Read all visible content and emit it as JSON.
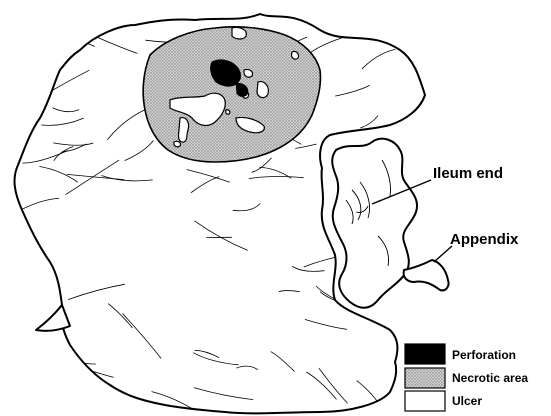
{
  "colors": {
    "perforation": "#000000",
    "necrotic": "#bdbdbd",
    "ulcer": "#ffffff",
    "outline": "#000000"
  },
  "labels": {
    "ileum_end": "Ileum end",
    "appendix": "Appendix"
  },
  "legend": [
    {
      "label": "Perforation",
      "swatch": "perforation"
    },
    {
      "label": "Necrotic area",
      "swatch": "necrotic"
    },
    {
      "label": "Ulcer",
      "swatch": "ulcer"
    }
  ]
}
